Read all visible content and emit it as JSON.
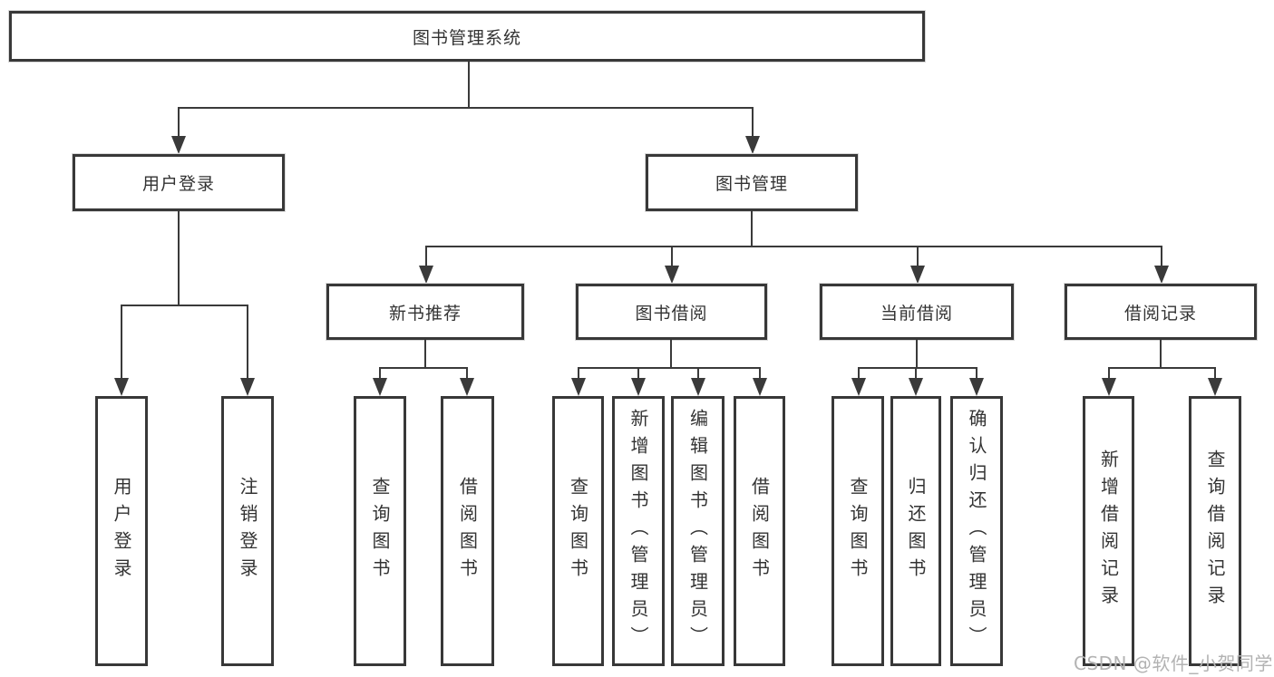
{
  "diagram": {
    "type": "hierarchy-tree",
    "root": {
      "label": "图书管理系统",
      "children": [
        {
          "label": "用户登录",
          "children": [
            {
              "label": "用户登录"
            },
            {
              "label": "注销登录"
            }
          ]
        },
        {
          "label": "图书管理",
          "children": [
            {
              "label": "新书推荐",
              "children": [
                {
                  "label": "查询图书"
                },
                {
                  "label": "借阅图书"
                }
              ]
            },
            {
              "label": "图书借阅",
              "children": [
                {
                  "label": "查询图书"
                },
                {
                  "label": "新增图书（管理员）"
                },
                {
                  "label": "编辑图书（管理员）"
                },
                {
                  "label": "借阅图书"
                }
              ]
            },
            {
              "label": "当前借阅",
              "children": [
                {
                  "label": "查询图书"
                },
                {
                  "label": "归还图书"
                },
                {
                  "label": "确认归还（管理员）"
                }
              ]
            },
            {
              "label": "借阅记录",
              "children": [
                {
                  "label": "新增借阅记录"
                },
                {
                  "label": "查询借阅记录"
                }
              ]
            }
          ]
        }
      ]
    },
    "colors": {
      "line": "#3a3a3a",
      "box_border": "#383838",
      "text": "#333333",
      "background": "#ffffff",
      "watermark": "#b3b3b3"
    }
  },
  "watermark": {
    "text": "CSDN @软件_小贺同学"
  }
}
